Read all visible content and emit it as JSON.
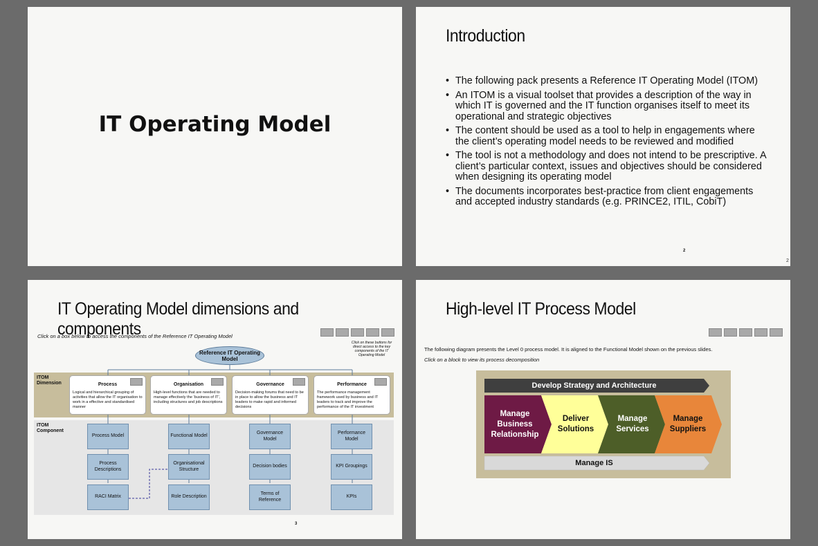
{
  "slide1": {
    "title": "IT Operating Model"
  },
  "slide2": {
    "title": "Introduction",
    "bullets": [
      "The following pack presents a Reference IT Operating Model (ITOM)",
      "An ITOM is a visual toolset that provides a description of the way in which IT is governed and the IT function organises itself to meet its operational and strategic objectives",
      "The content should be used as a tool to help in engagements where the client’s operating model needs to be reviewed and modified",
      "The tool is not a methodology and does not intend to be prescriptive.  A client’s particular context, issues and objectives should be considered when designing its operating model",
      "The documents incorporates best-practice from client engagements and accepted industry standards (e.g. PRINCE2, ITIL, CobiT)"
    ],
    "page_number": "2",
    "corner_number": "2"
  },
  "slide3": {
    "title": "IT Operating Model dimensions and components",
    "instruction": "Click on a box below to access the components of the Reference IT Operating Model",
    "nav_note": "Click on these buttons for direct access to the key components of the IT Operating Model",
    "root": "Reference IT Operating Model",
    "dimension_label": "ITOM Dimension",
    "component_label": "ITOM Component",
    "dimensions": [
      {
        "title": "Process",
        "desc": "Logical and hierarchical grouping of activities that allow the IT organisation to work in a effective and standardised manner"
      },
      {
        "title": "Organisation",
        "desc": "High-level functions that are needed to manage effectively the ‘business of IT’, including structures and job descriptions"
      },
      {
        "title": "Governance",
        "desc": "Decision-making forums that need to be in place to allow the business and IT leaders to make rapid and informed decisions"
      },
      {
        "title": "Performance",
        "desc": "The performance management framework used by business and IT leaders to track and improve the performance of the IT investment"
      }
    ],
    "components": [
      [
        "Process Model",
        "Process Descriptions",
        "RACI Matrix"
      ],
      [
        "Functional Model",
        "Organisational Structure",
        "Role Description"
      ],
      [
        "Governance Model",
        "Decision bodies",
        "Terms of Reference"
      ],
      [
        "Performance Model",
        "KPI Groupings",
        "KPIs"
      ]
    ],
    "page_number": "3"
  },
  "slide4": {
    "title": "High-level IT Process Model",
    "line1": "The following diagram presents the Level 0 process model.  It is aligned to the Functional Model shown on the previous slides.",
    "line2": "Click on a block to view its process decomposition",
    "top_bar": "Develop Strategy and Architecture",
    "blocks": [
      {
        "label": "Manage Business Relationship",
        "color": "#6e1a45",
        "text_color": "#ffffff"
      },
      {
        "label": "Deliver Solutions",
        "color": "#ffff99",
        "text_color": "#111111"
      },
      {
        "label": "Manage Services",
        "color": "#4d5e28",
        "text_color": "#ffffff"
      },
      {
        "label": "Manage Suppliers",
        "color": "#e8863a",
        "text_color": "#111111"
      }
    ],
    "bottom_bar": "Manage IS"
  },
  "nav_icons": [
    "home-icon",
    "process-icon",
    "organisation-icon",
    "governance-icon",
    "performance-icon"
  ]
}
